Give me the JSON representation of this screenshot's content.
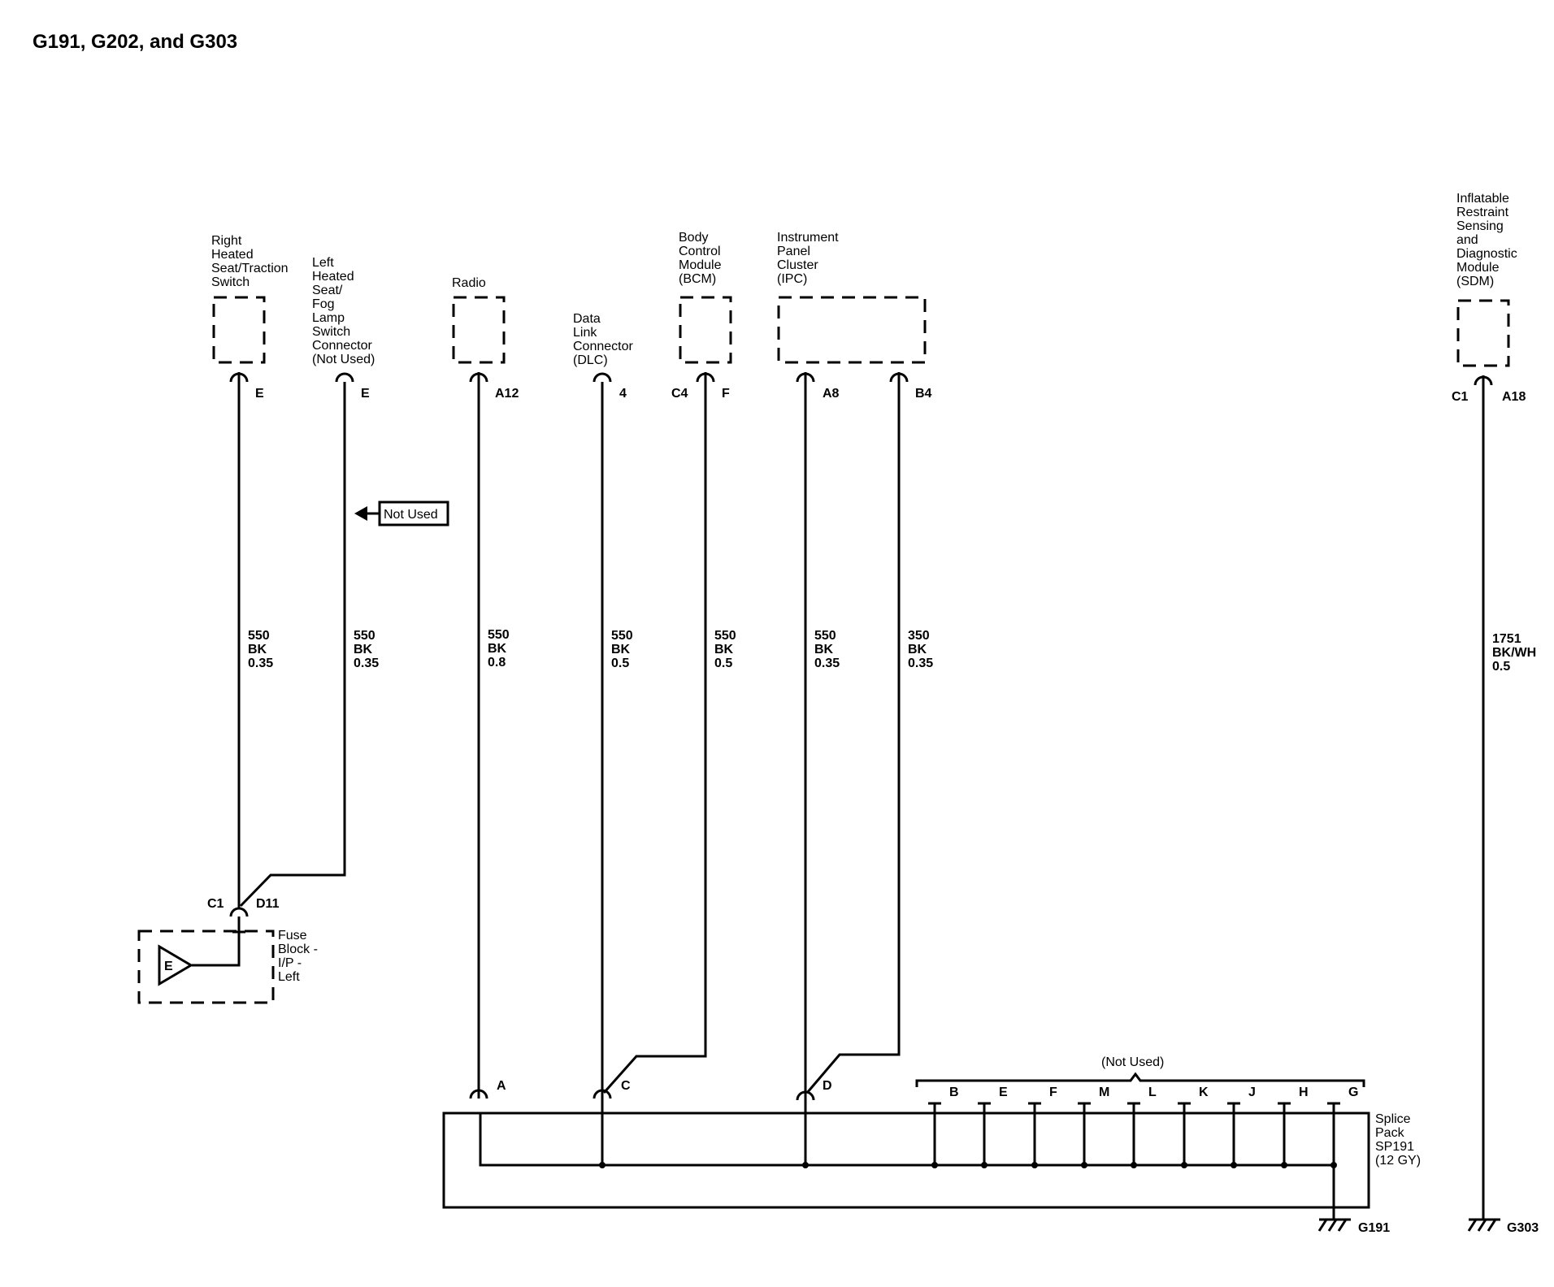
{
  "title": "G191, G202, and G303",
  "components": {
    "rhs": [
      "Right",
      "Heated",
      "Seat/Traction",
      "Switch"
    ],
    "lhs": [
      "Left",
      "Heated",
      "Seat/",
      "Fog",
      "Lamp",
      "Switch",
      "Connector",
      "(Not Used)"
    ],
    "radio": [
      "Radio"
    ],
    "dlc": [
      "Data",
      "Link",
      "Connector",
      "(DLC)"
    ],
    "bcm": [
      "Body",
      "Control",
      "Module",
      "(BCM)"
    ],
    "ipc": [
      "Instrument",
      "Panel",
      "Cluster",
      "(IPC)"
    ],
    "sdm": [
      "Inflatable",
      "Restraint",
      "Sensing",
      "and",
      "Diagnostic",
      "Module",
      "(SDM)"
    ],
    "fuse": [
      "Fuse",
      "Block -",
      "I/P -",
      "Left"
    ],
    "splice": [
      "Splice",
      "Pack",
      "SP191",
      "(12 GY)"
    ]
  },
  "pins": {
    "rhs": "E",
    "lhs": "E",
    "radio": "A12",
    "dlc": "4",
    "bcm_conn": "C4",
    "bcm": "F",
    "ipc_a": "A8",
    "ipc_b": "B4",
    "sdm_conn": "C1",
    "sdm": "A18",
    "fuse_conn": "C1",
    "fuse": "D11",
    "fuse_inner": "E"
  },
  "wires": {
    "w1": [
      "550",
      "BK",
      "0.35"
    ],
    "w2": [
      "550",
      "BK",
      "0.35"
    ],
    "w3": [
      "550",
      "BK",
      "0.8"
    ],
    "w4": [
      "550",
      "BK",
      "0.5"
    ],
    "w5": [
      "550",
      "BK",
      "0.5"
    ],
    "w6": [
      "550",
      "BK",
      "0.35"
    ],
    "w7": [
      "350",
      "BK",
      "0.35"
    ],
    "w8": [
      "1751",
      "BK/WH",
      "0.5"
    ]
  },
  "not_used_flag": "Not Used",
  "splice_pins": {
    "used": [
      "A",
      "C",
      "D"
    ],
    "not_used_label": "(Not Used)",
    "unused": [
      "B",
      "E",
      "F",
      "M",
      "L",
      "K",
      "J",
      "H",
      "G"
    ]
  },
  "grounds": {
    "g191": "G191",
    "g303": "G303"
  }
}
